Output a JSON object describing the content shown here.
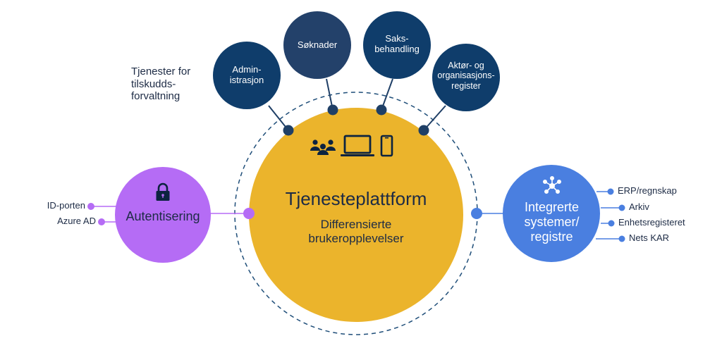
{
  "colors": {
    "navy": "#0f3d6b",
    "navy_alt": "#23416a",
    "yellow": "#ebb42c",
    "purple": "#b56cf5",
    "blue": "#4a7fe0",
    "text_dark": "#1d2b45"
  },
  "caption": [
    "Tjenester for",
    "tilskudds-",
    "forvaltning"
  ],
  "center": {
    "title": "Tjenesteplattform",
    "subtitle_lines": [
      "Differensierte",
      "brukeropplevelser"
    ],
    "icons": [
      "users-icon",
      "laptop-icon",
      "mobile-phone-icon"
    ]
  },
  "services": [
    {
      "lines": [
        "Admin-",
        "istrasjon"
      ]
    },
    {
      "lines": [
        "Søknader"
      ]
    },
    {
      "lines": [
        "Saks-",
        "behandling"
      ]
    },
    {
      "lines": [
        "Aktør- og",
        "organisasjons-",
        "register"
      ]
    }
  ],
  "auth": {
    "label": "Autentisering",
    "icon": "lock-icon",
    "providers": [
      "ID-porten",
      "Azure AD"
    ]
  },
  "integrations": {
    "lines": [
      "Integrerte",
      "systemer/",
      "registre"
    ],
    "icon": "network-hub-icon",
    "systems": [
      "ERP/regnskap",
      "Arkiv",
      "Enhetsregisteret",
      "Nets KAR"
    ]
  }
}
